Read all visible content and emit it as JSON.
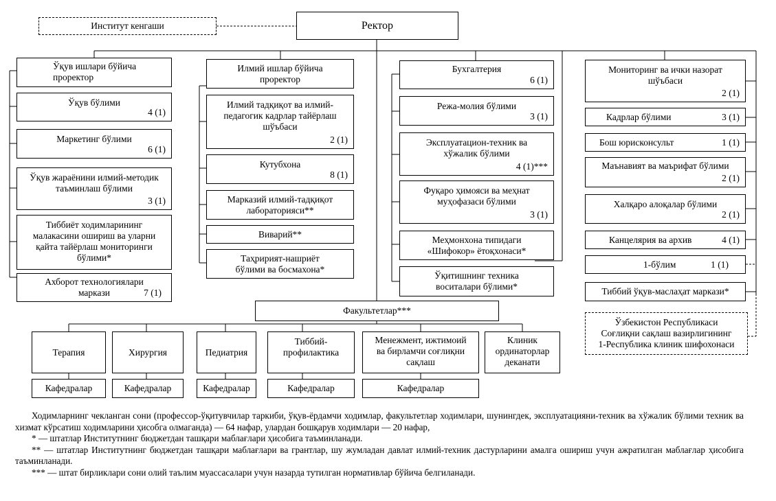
{
  "rector": "Ректор",
  "council": "Институт кенгаши",
  "col1": {
    "head": "Ўқув ишлари бўйича\nпроректор",
    "items": [
      {
        "name": "Ўқув бўлими",
        "count": "4 (1)"
      },
      {
        "name": "Маркетинг бўлими",
        "count": "6 (1)"
      },
      {
        "name": "Ўқув жараёнини илмий-методик\nтаъминлаш бўлими",
        "count": "3 (1)"
      },
      {
        "name": "Тиббиёт ходимларининг\nмалакасини ошириш ва уларни\nқайта тайёрлаш мониторинги\nбўлими*",
        "count": ""
      },
      {
        "name": "Ахборот технологиялари\nмаркази",
        "count": "7 (1)"
      }
    ]
  },
  "col2": {
    "head": "Илмий ишлар бўйича\nпроректор",
    "items": [
      {
        "name": "Илмий тадқиқот ва илмий-\nпедагогик кадрлар тайёрлаш\nшўъбаси",
        "count": "2 (1)"
      },
      {
        "name": "Кутубхона",
        "count": "8 (1)"
      },
      {
        "name": "Марказий илмий-тадқиқот\nлабораторияси**",
        "count": ""
      },
      {
        "name": "Виварий**",
        "count": ""
      },
      {
        "name": "Таҳририят-нашриёт\nбўлими ва босмахона*",
        "count": ""
      }
    ]
  },
  "col3": {
    "items": [
      {
        "name": "Бухгалтерия",
        "count": "6 (1)"
      },
      {
        "name": "Режа-молия бўлими",
        "count": "3 (1)"
      },
      {
        "name": "Эксплуатацион-техник ва\nхўжалик бўлими",
        "count": "4 (1)***"
      },
      {
        "name": "Фуқаро ҳимояси ва меҳнат\nмуҳофазаси бўлими",
        "count": "3 (1)"
      },
      {
        "name": "Меҳмонхона типидаги\n«Шифокор» ётоқхонаси*",
        "count": ""
      },
      {
        "name": "Ўқитишнинг техника\nвоситалари бўлими*",
        "count": ""
      }
    ]
  },
  "col4": {
    "items": [
      {
        "name": "Мониторинг ва ички назорат\nшўъбаси",
        "count": "2 (1)"
      },
      {
        "name": "Кадрлар бўлими",
        "count": "3 (1)"
      },
      {
        "name": "Бош юрисконсульт",
        "count": "1 (1)"
      },
      {
        "name": "Маънавият ва маърифат бўлими",
        "count": "2 (1)"
      },
      {
        "name": "Халқаро алоқалар бўлими",
        "count": "2 (1)"
      },
      {
        "name": "Канцелярия ва архив",
        "count": "4 (1)"
      },
      {
        "name": "1-бўлим",
        "count": "1 (1)"
      },
      {
        "name": "Тиббий ўқув-маслаҳат маркази*",
        "count": ""
      }
    ],
    "ministry": "Ўзбекистон Республикаси\nСоғлиқни сақлаш вазирлигининг\n1-Республика клиник шифохонаси"
  },
  "faculties": {
    "title": "Факультетлар***",
    "items": [
      "Терапия",
      "Хирургия",
      "Педиатрия",
      "Тиббий-\nпрофилактика",
      "Менежмент, ижтимоий\nва бирламчи соғлиқни\nсақлаш",
      "Клиник\nординаторлар\nдеканати"
    ],
    "departments": "Кафедралар"
  },
  "notes": [
    "Ходимларнинг чекланган сони (профессор-ўқитувчилар таркиби, ўқув-ёрдамчи ходимлар, факультетлар ходимлари, шунингдек, эксплуатацияни-техник ва хўжалик бўлими техник ва хизмат кўрсатиш ходимларини ҳисобга олмаганда) — 64 нафар, улардан бошқарув ходимлари — 20 нафар,",
    "* — штатлар Институтнинг бюджетдан ташқари маблағлари ҳисобига таъминланади.",
    "** — штатлар Институтнинг бюджетдан ташқари маблағлари ва грантлар, шу жумладан давлат илмий-техник дастурларини амалга ошириш учун ажратилган маблағлар ҳисобига таъминланади.",
    "*** — штат бирликлари сони олий таълим муассасалари учун назарда тутилган нормативлар бўйича белгиланади."
  ]
}
